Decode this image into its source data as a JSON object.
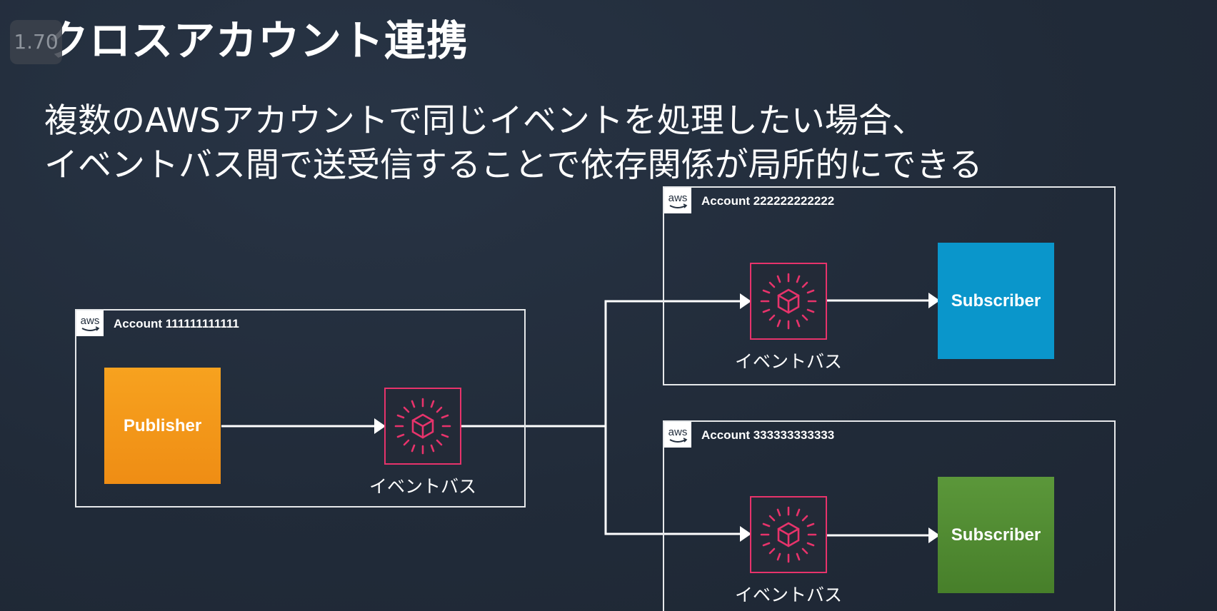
{
  "player": {
    "speed_badge": "1.70"
  },
  "slide": {
    "title": "クロスアカウント連携",
    "subtitle_line1": "複数のAWSアカウントで同じイベントを処理したい場合、",
    "subtitle_line2": "イベントバス間で送受信することで依存関係が局所的にできる"
  },
  "diagram": {
    "aws_logo_text": "aws",
    "accounts": [
      {
        "label": "Account 111111111111"
      },
      {
        "label": "Account 222222222222"
      },
      {
        "label": "Account 333333333333"
      }
    ],
    "publisher_label": "Publisher",
    "event_bus_label": "イベントバス",
    "subscriber_label": "Subscriber",
    "colors": {
      "publisher": "#f7a21f",
      "subscriber_blue": "#0a96cb",
      "subscriber_green": "#5b973a",
      "event_bus_border": "#e7336b",
      "account_border": "#e6e8ea"
    },
    "icons": {
      "event_bus": "eventbridge-icon",
      "aws": "aws-logo-icon"
    }
  }
}
